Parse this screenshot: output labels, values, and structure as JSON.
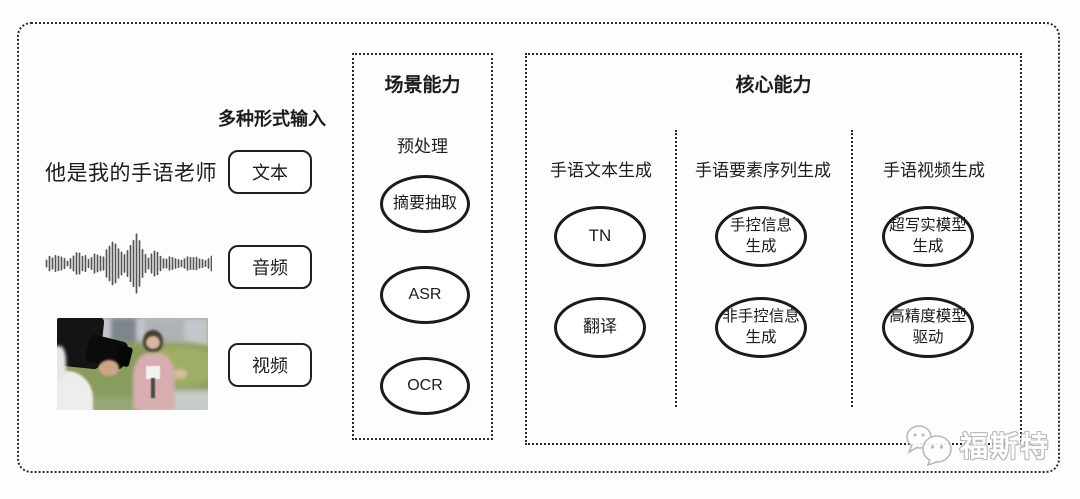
{
  "input_section": {
    "title": "多种形式输入",
    "sample_text": "他是我的手语老师",
    "types": [
      "文本",
      "音频",
      "视频"
    ]
  },
  "scene_box": {
    "title": "场景能力",
    "subtitle": "预处理",
    "nodes": [
      "摘要抽取",
      "ASR",
      "OCR"
    ]
  },
  "core_box": {
    "title": "核心能力",
    "columns": [
      {
        "header": "手语文本生成",
        "nodes": [
          "TN",
          "翻译"
        ]
      },
      {
        "header": "手语要素序列生成",
        "nodes": [
          "手控信息\n生成",
          "非手控信息\n生成"
        ]
      },
      {
        "header": "手语视频生成",
        "nodes": [
          "超写实模型\n生成",
          "高精度模型\n驱动"
        ]
      }
    ]
  },
  "watermark": {
    "text": "福斯特",
    "icon": "chat-bubbles-icon"
  },
  "colors": {
    "line": "#1b1b1b",
    "background": "#fdfdfd",
    "watermark": "#b2b2b2"
  }
}
